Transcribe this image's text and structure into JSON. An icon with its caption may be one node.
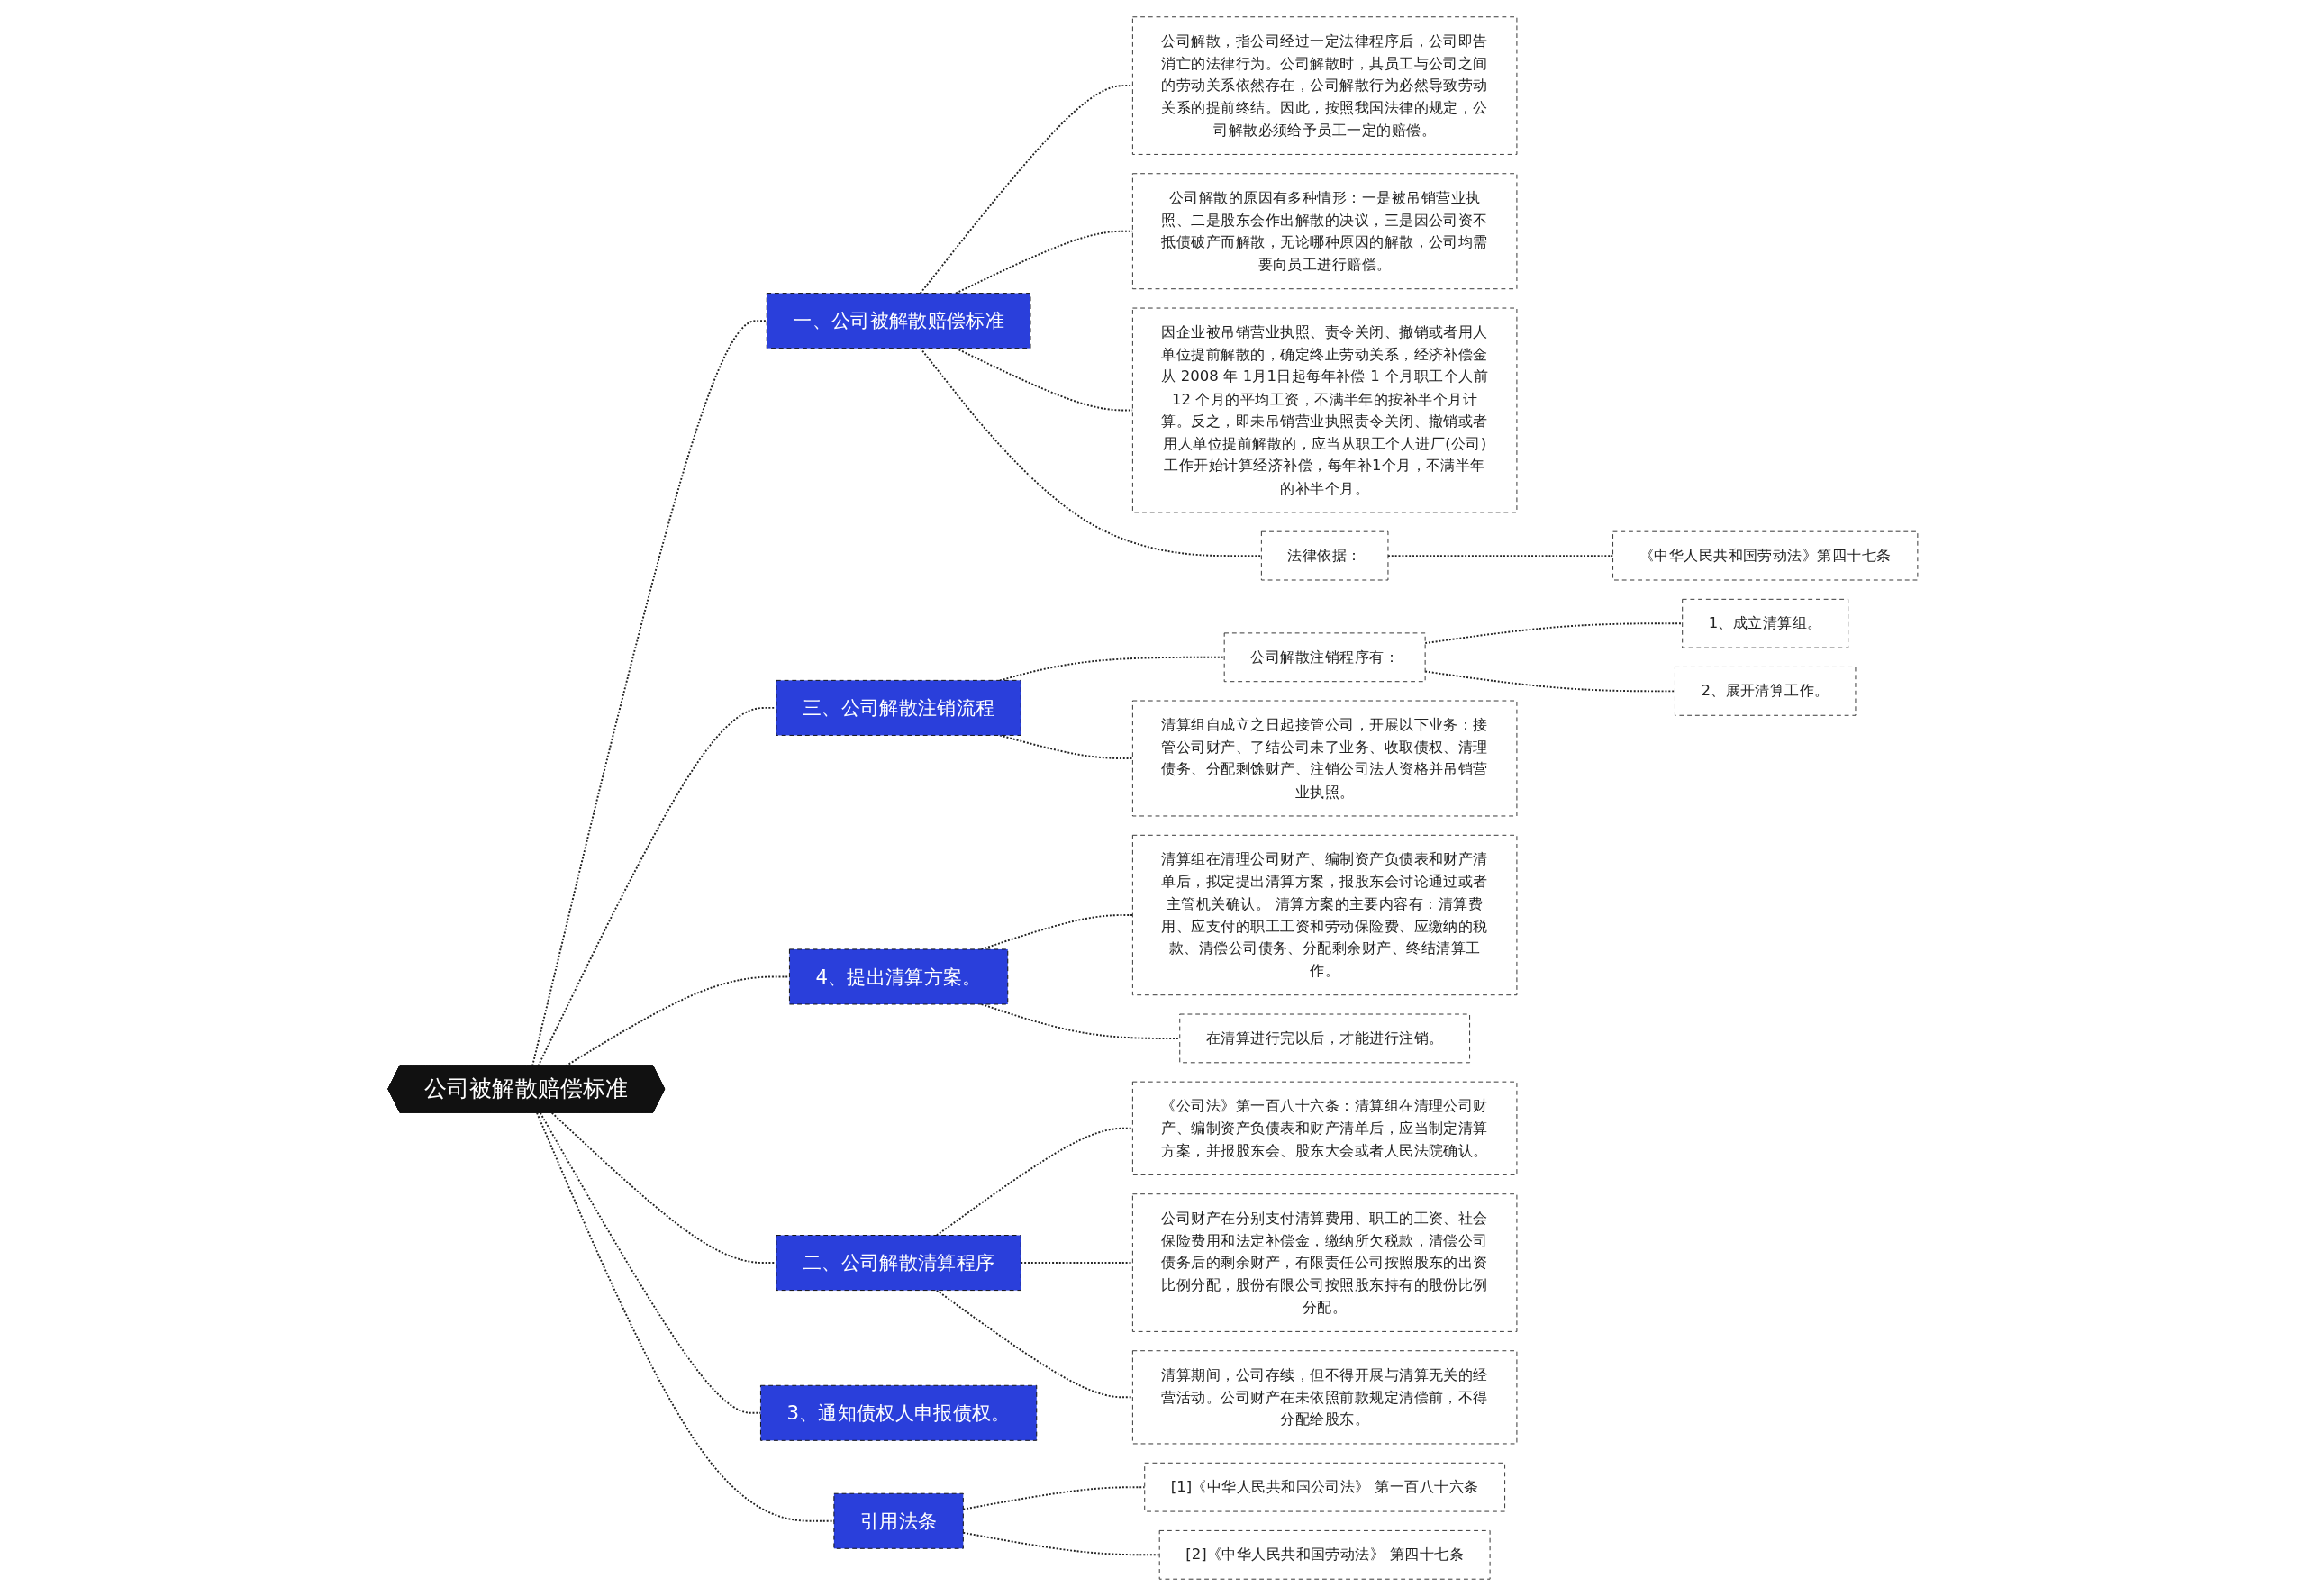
{
  "diagram": {
    "nodes": [
      {
        "text": [
          "公司被解散赔偿标准"
        ]
      },
      {
        "text": [
          "一、公司被解散赔偿标准"
        ]
      },
      {
        "text": [
          "公司解散，指公司经过一定法律程序后，公司即告消亡的法律行为。公司解散时，其员工与公司之间的劳动关系依然存在，公司解散行为必然导致劳动关系的提前终结。因此，按照我国法律的规定，公司解散必须给予员工一定的赔偿。"
        ]
      },
      {
        "text": [
          "公司解散的原因有多种情形：一是被吊销营业执照、二是股东会作出解散的决议，三是因公司资不抵债破产而解散，无论哪种原因的解散，公司均需要向员工进行赔偿。"
        ]
      },
      {
        "text": [
          "因企业被吊销营业执照、责令关闭、撤销或者用人单位提前解散的，确定终止劳动关系，经济补偿金从 2008 年 1月1日起每年补偿 1 个月职工个人前12 个月的平均工资，不满半年的按补半个月计算。反之，即未吊销营业执照责令关闭、撤销或者用人单位提前解散的，应当从职工个人进厂(公司)工作开始计算经济补偿，每年补1个月，不满半年的补半个月。"
        ]
      },
      {
        "text": [
          "法律依据："
        ]
      },
      {
        "text": [
          "《中华人民共和国劳动法》第四十七条"
        ]
      },
      {
        "text": [
          "三、公司解散注销流程"
        ]
      },
      {
        "text": [
          "公司解散注销程序有："
        ]
      },
      {
        "text": [
          "1、成立清算组。"
        ]
      },
      {
        "text": [
          "2、展开清算工作。"
        ]
      },
      {
        "text": [
          "清算组自成立之日起接管公司，开展以下业务：接管公司财产、了结公司未了业务、收取债权、清理债务、分配剩馀财产、注销公司法人资格并吊销营业执照。"
        ]
      },
      {
        "text": [
          "4、提出清算方案。"
        ]
      },
      {
        "text": [
          "清算组在清理公司财产、编制资产负债表和财产清单后，拟定提出清算方案，报股东会讨论通过或者主管机关确认。 清算方案的主要内容有：清算费用、应支付的职工工资和劳动保险费、应缴纳的税款、清偿公司债务、分配剩余财产、终结清算工作。"
        ]
      },
      {
        "text": [
          "在清算进行完以后，才能进行注销。"
        ]
      },
      {
        "text": [
          "二、公司解散清算程序"
        ]
      },
      {
        "text": [
          "《公司法》第一百八十六条：清算组在清理公司财产、编制资产负债表和财产清单后，应当制定清算方案，并报股东会、股东大会或者人民法院确认。"
        ]
      },
      {
        "text": [
          "公司财产在分别支付清算费用、职工的工资、社会保险费用和法定补偿金，缴纳所欠税款，清偿公司债务后的剩余财产，有限责任公司按照股东的出资比例分配，股份有限公司按照股东持有的股份比例分配。"
        ]
      },
      {
        "text": [
          "清算期间，公司存续，但不得开展与清算无关的经营活动。公司财产在未依照前款规定清偿前，不得分配给股东。"
        ]
      },
      {
        "text": [
          "3、通知债权人申报债权。"
        ]
      },
      {
        "text": [
          "引用法条"
        ]
      },
      {
        "text": [
          "[1]《中华人民共和国公司法》 第一百八十六条"
        ]
      },
      {
        "text": [
          "[2]《中华人民共和国劳动法》 第四十七条"
        ]
      }
    ],
    "edges": [
      {
        "from": 0,
        "to": 1,
        "arrow": "none",
        "style": "dashed"
      },
      {
        "from": 1,
        "to": 2,
        "arrow": "none",
        "style": "dashed"
      },
      {
        "from": 1,
        "to": 3,
        "arrow": "none",
        "style": "dashed"
      },
      {
        "from": 1,
        "to": 4,
        "arrow": "none",
        "style": "dashed"
      },
      {
        "from": 1,
        "to": 5,
        "arrow": "none",
        "style": "dashed"
      },
      {
        "from": 5,
        "to": 6,
        "arrow": "none",
        "style": "dashed"
      },
      {
        "from": 0,
        "to": 7,
        "arrow": "none",
        "style": "dashed"
      },
      {
        "from": 7,
        "to": 8,
        "arrow": "none",
        "style": "dashed"
      },
      {
        "from": 8,
        "to": 9,
        "arrow": "none",
        "style": "dashed"
      },
      {
        "from": 8,
        "to": 10,
        "arrow": "none",
        "style": "dashed"
      },
      {
        "from": 7,
        "to": 11,
        "arrow": "none",
        "style": "dashed"
      },
      {
        "from": 0,
        "to": 12,
        "arrow": "none",
        "style": "dashed"
      },
      {
        "from": 12,
        "to": 13,
        "arrow": "none",
        "style": "dashed"
      },
      {
        "from": 12,
        "to": 14,
        "arrow": "none",
        "style": "dashed"
      },
      {
        "from": 0,
        "to": 15,
        "arrow": "none",
        "style": "dashed"
      },
      {
        "from": 15,
        "to": 16,
        "arrow": "none",
        "style": "dashed"
      },
      {
        "from": 15,
        "to": 17,
        "arrow": "none",
        "style": "dashed"
      },
      {
        "from": 15,
        "to": 18,
        "arrow": "none",
        "style": "dashed"
      },
      {
        "from": 0,
        "to": 19,
        "arrow": "none",
        "style": "dashed"
      },
      {
        "from": 0,
        "to": 20,
        "arrow": "none",
        "style": "dashed"
      },
      {
        "from": 20,
        "to": 21,
        "arrow": "none",
        "style": "dashed"
      },
      {
        "from": 20,
        "to": 22,
        "arrow": "none",
        "style": "dashed"
      }
    ]
  }
}
